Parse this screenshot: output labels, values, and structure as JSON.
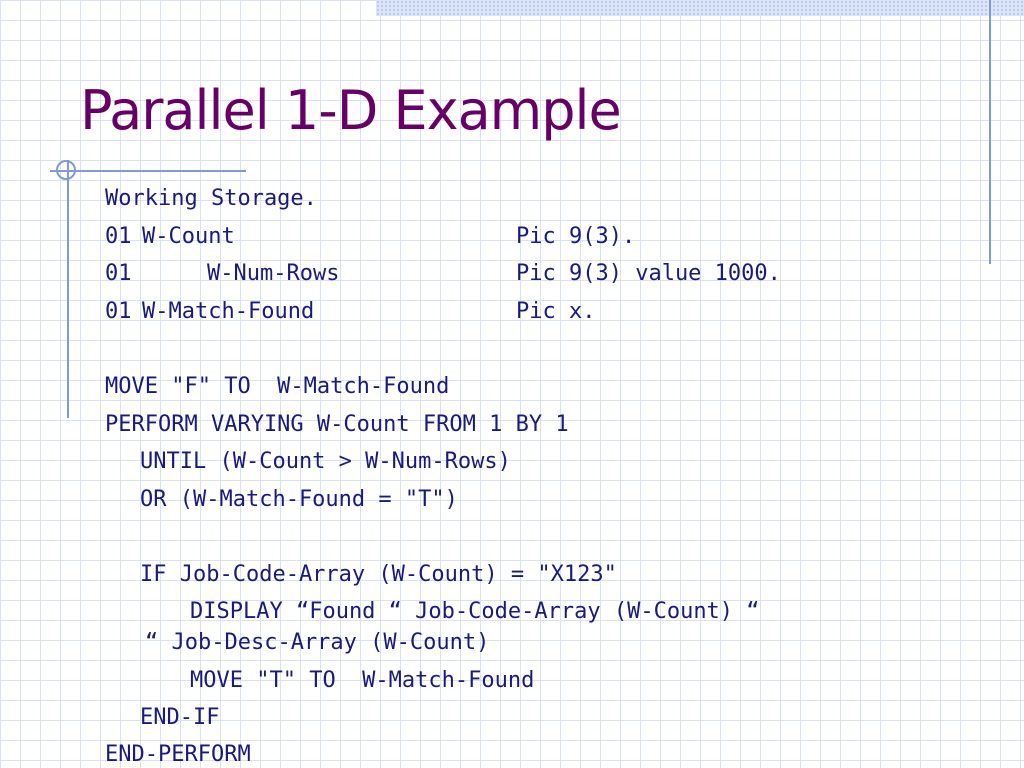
{
  "slide": {
    "title": "Parallel 1-D Example"
  },
  "code": {
    "working_storage": "Working Storage.",
    "decl1": {
      "level": "01",
      "name": "W-Count",
      "pic": "Pic 9(3)."
    },
    "decl2": {
      "level": "01",
      "name": "W-Num-Rows",
      "pic": "Pic 9(3) value 1000."
    },
    "decl3": {
      "level": "01",
      "name": "W-Match-Found",
      "pic": "Pic x."
    },
    "move_f": "MOVE \"F\" TO  W-Match-Found",
    "perform": "PERFORM VARYING W-Count FROM 1 BY 1",
    "until": "UNTIL (W-Count > W-Num-Rows)",
    "or": "OR (W-Match-Found = \"T\")",
    "if": "IF Job-Code-Array (W-Count) = \"X123\"",
    "display1": "DISPLAY “Found “ Job-Code-Array (W-Count) “",
    "display2": "“ Job-Desc-Array (W-Count)",
    "move_t": "MOVE \"T\" TO  W-Match-Found",
    "end_if": "END-IF",
    "end_perform": "END-PERFORM"
  }
}
